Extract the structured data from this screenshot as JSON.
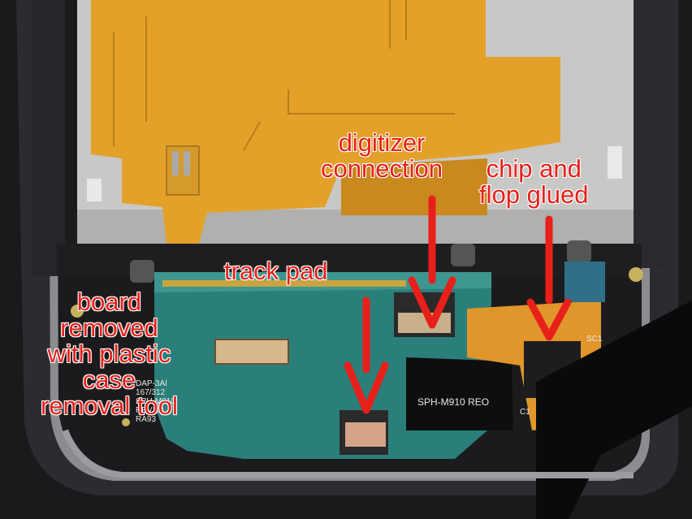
{
  "annotations": {
    "digitizer": [
      "digitizer",
      "connection"
    ],
    "chip": [
      "chip and",
      "flop glued"
    ],
    "trackpad": [
      "track pad"
    ],
    "board": [
      "board",
      "removed",
      "with plastic",
      "case",
      "removal tool"
    ]
  },
  "board_print": {
    "model_lines": [
      "DAP-3AI",
      "167/312",
      "SPH-M910",
      "REV1.2",
      "RA93"
    ],
    "chip_label": "SPH-M910 REO",
    "sc_marking": "SC1",
    "c_marking": "C1"
  },
  "colors": {
    "annotation_red": "#e8201a",
    "flex_orange": "#e3a12a",
    "pcb_teal": "#2b7f7a",
    "phone_frame": "#2a2a2e"
  }
}
